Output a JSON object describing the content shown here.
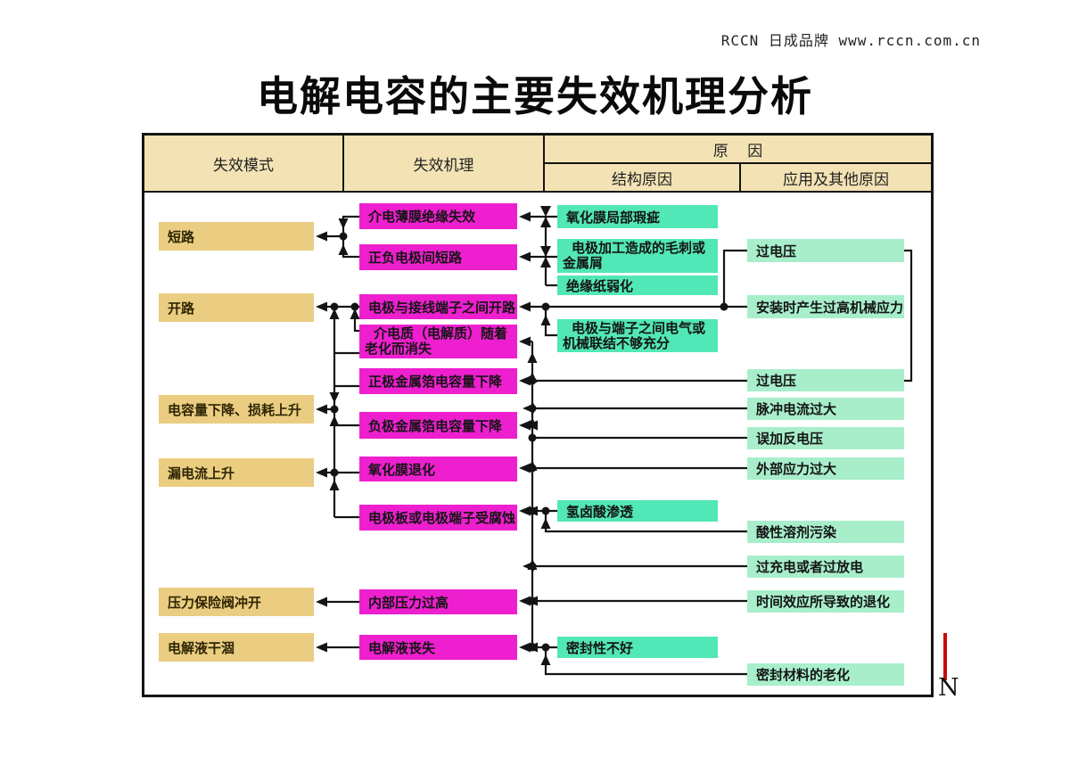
{
  "brand": "RCCN 日成品牌 www.rccn.com.cn",
  "title": "电解电容的主要失效机理分析",
  "table_header": {
    "failure_mode": "失效模式",
    "failure_mechanism": "失效机理",
    "cause": "原    因",
    "structural_cause": "结构原因",
    "application_cause": "应用及其他原因"
  },
  "modes": [
    "短路",
    "开路",
    "电容量下降、损耗上升",
    "漏电流上升",
    "压力保险阀冲开",
    "电解液干涸"
  ],
  "mechanisms": [
    "介电薄膜绝缘失效",
    "正负电极间短路",
    "电极与接线端子之间开路",
    "介电质（电解质）随着老化而消失",
    "正极金属箔电容量下降",
    "负极金属箔电容量下降",
    "氧化膜退化",
    "电极板或电极端子受腐蚀",
    "内部压力过高",
    "电解液丧失"
  ],
  "structural_causes": [
    "氧化膜局部瑕疵",
    "电极加工造成的毛刺或金属屑",
    "绝缘纸弱化",
    "电极与端子之间电气或机械联结不够充分",
    "氢卤酸渗透",
    "密封性不好"
  ],
  "application_causes": [
    "过电压",
    "安装时产生过高机械应力",
    "过电压",
    "脉冲电流过大",
    "误加反电压",
    "外部应力过大",
    "酸性溶剂污染",
    "过充电或者过放电",
    "时间效应所导致的退化",
    "密封材料的老化"
  ],
  "marker": "N",
  "colors": {
    "mode_box": "#eacd80",
    "mechanism_box": "#ee1fcf",
    "structural_box": "#52e7b6",
    "application_box": "#a8eecb",
    "header_bg": "#f3e3b4",
    "marker_red": "#c90a0a"
  }
}
